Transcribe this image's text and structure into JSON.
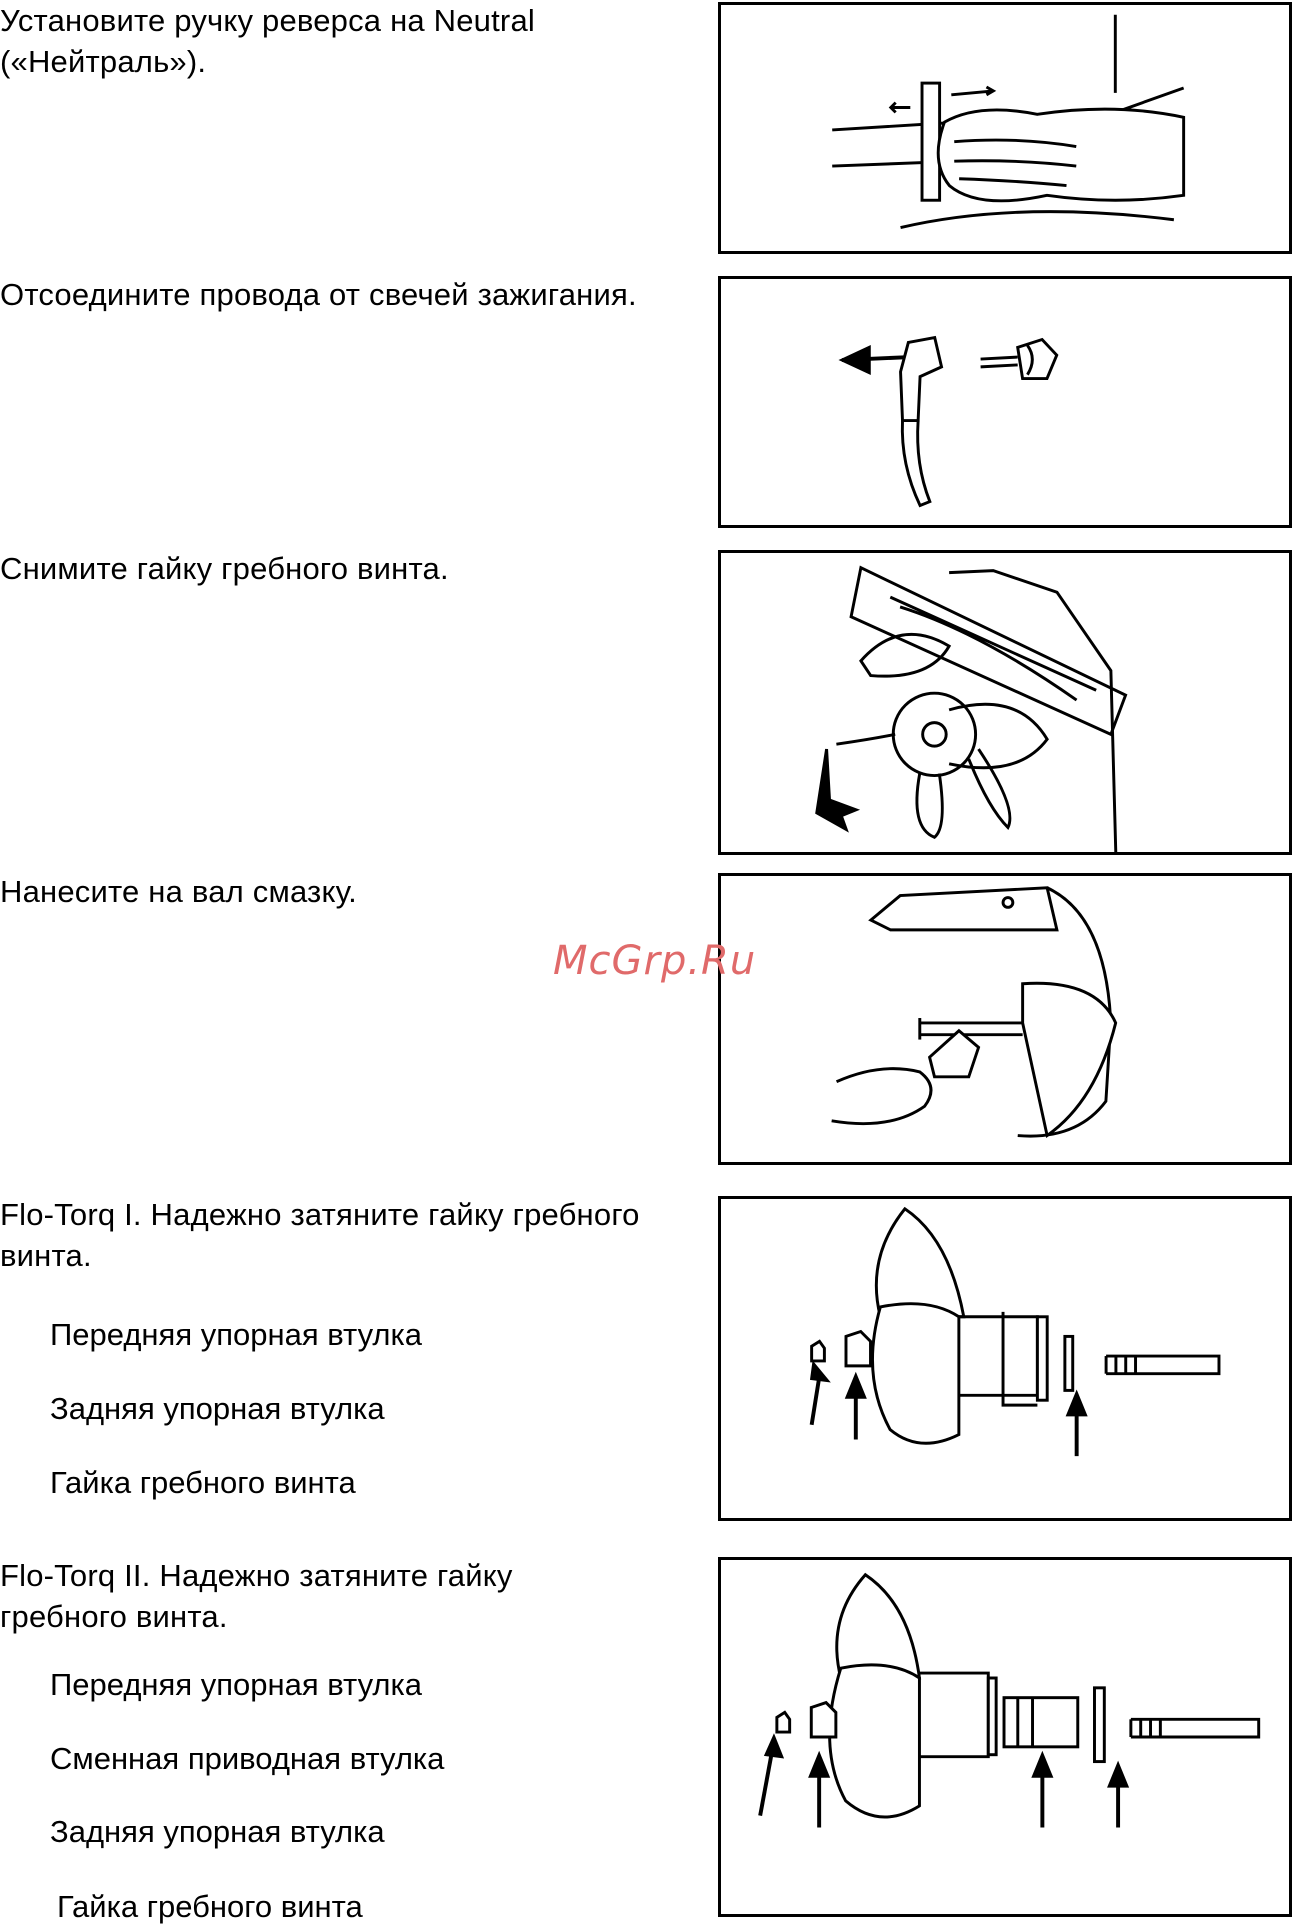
{
  "steps": [
    {
      "text": "Установите ручку реверса на Neutral («Нейтраль»)."
    },
    {
      "text": "Отсоедините провода от свечей зажигания."
    },
    {
      "text": "Снимите гайку гребного винта."
    },
    {
      "text": "Нанесите на вал смазку."
    },
    {
      "text": "Flo-Torq I. Надежно затяните гайку гребного винта.",
      "parts": [
        "Передняя упорная втулка",
        "Задняя упорная втулка",
        "Гайка гребного винта"
      ]
    },
    {
      "text": "Flo-Torq II. Надежно затяните гайку гребного винта.",
      "parts": [
        "Передняя упорная втулка",
        "Сменная приводная втулка",
        "Задняя упорная втулка",
        "Гайка гребного винта"
      ]
    }
  ],
  "watermark": "McGrp.Ru",
  "colors": {
    "watermark": "#e06a6a",
    "line": "#000000"
  }
}
